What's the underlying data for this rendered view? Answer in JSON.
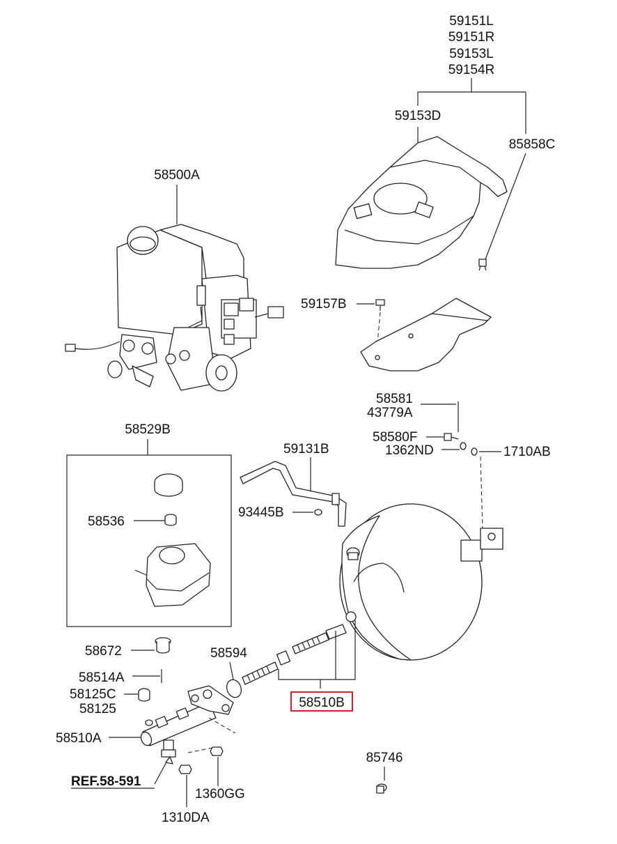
{
  "labels": {
    "p59151L": "59151L",
    "p59151R": "59151R",
    "p59153L": "59153L",
    "p59154R": "59154R",
    "p59153D": "59153D",
    "p85858C": "85858C",
    "p58500A": "58500A",
    "p59157B": "59157B",
    "p58581": "58581",
    "p43779A": "43779A",
    "p58580F": "58580F",
    "p1362ND": "1362ND",
    "p1710AB": "1710AB",
    "p58529B": "58529B",
    "p59131B": "59131B",
    "p93445B": "93445B",
    "p58536": "58536",
    "p58672": "58672",
    "p58594": "58594",
    "p58514A": "58514A",
    "p58125C": "58125C",
    "p58125": "58125",
    "p58510B": "58510B",
    "p58510A": "58510A",
    "p85746": "85746",
    "pREF": "REF.58-591",
    "p1360GG": "1360GG",
    "p1310DA": "1310DA"
  },
  "highlight": {
    "part": "58510B",
    "color": "#d21f26"
  },
  "colors": {
    "line": "#222222",
    "background": "#ffffff"
  }
}
